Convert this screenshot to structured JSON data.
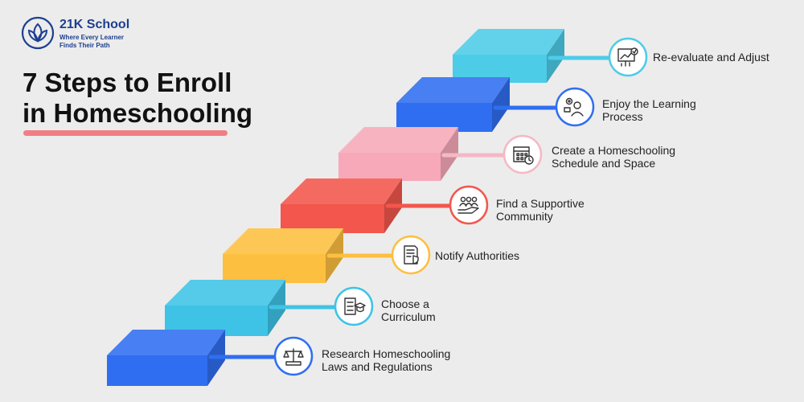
{
  "brand": {
    "name": "21K School",
    "tagline_line1": "Where Every Learner",
    "tagline_line2": "Finds Their Path"
  },
  "title": {
    "line1": "7 Steps to Enroll",
    "line2": "in Homeschooling"
  },
  "steps": [
    {
      "line1": "Research Homeschooling",
      "line2": "Laws and Regulations",
      "color": "#2f6ef0",
      "icon": "law-scales-icon"
    },
    {
      "line1": "Choose a",
      "line2": "Curriculum",
      "color": "#3ec3e6",
      "icon": "curriculum-icon"
    },
    {
      "line1": "Notify Authorities",
      "line2": "",
      "color": "#fdbf3f",
      "icon": "document-shield-icon"
    },
    {
      "line1": "Find a Supportive",
      "line2": "Community",
      "color": "#f2564c",
      "icon": "community-hand-icon"
    },
    {
      "line1": "Create a Homeschooling",
      "line2": "Schedule and Space",
      "color": "#f7a9b9",
      "icon": "calendar-clock-icon"
    },
    {
      "line1": "Enjoy the Learning",
      "line2": "Process",
      "color": "#2f6ef0",
      "icon": "learner-gear-icon"
    },
    {
      "line1": "Re-evaluate and Adjust",
      "line2": "",
      "color": "#4dcce8",
      "icon": "chart-evaluate-icon"
    }
  ]
}
